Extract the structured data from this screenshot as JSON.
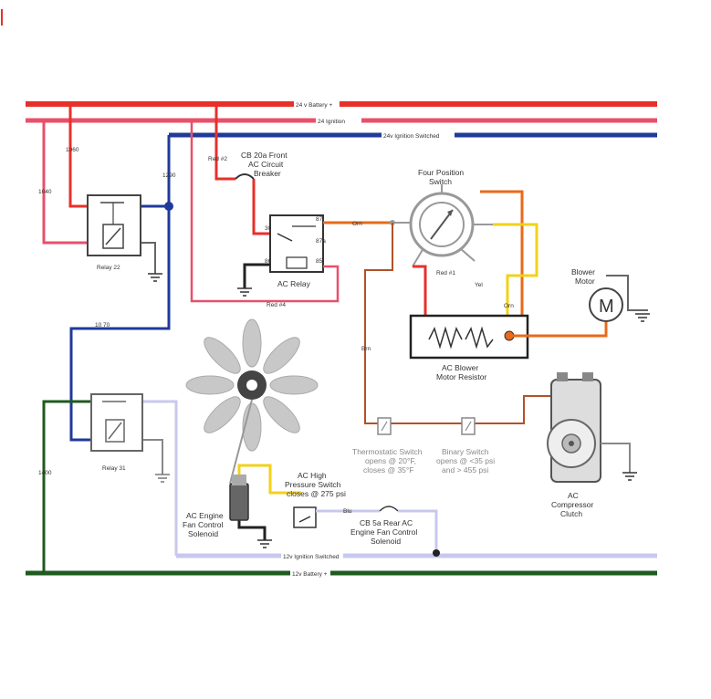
{
  "colors": {
    "battery_24v": "#e8302a",
    "ignition_24v": "#e8506a",
    "ignition_switched_24v": "#1f3a9a",
    "ignition_switched_12v": "#c8c8ee",
    "battery_12v": "#1f5a1f",
    "orange_wire": "#e86a1a",
    "yellow_wire": "#f2d21a",
    "brown_wire": "#b0522a",
    "ground": "#333333",
    "gray": "#999999"
  },
  "buses": {
    "battery_24v": "24 v Battery +",
    "ignition_24v": "24 Ignition",
    "ignition_switched_24v": "24v Ignition Switched",
    "ignition_switched_12v": "12v Ignition Switched",
    "battery_12v": "12v Battery +"
  },
  "wire_labels": {
    "w1060": "1060",
    "w1040": "1040",
    "w1290": "1290",
    "w1070": "10 70",
    "w1400": "1400",
    "red2": "Red #2",
    "red4": "Red #4",
    "red1": "Red #1",
    "orn_top": "Orn",
    "orn_blower": "Orn",
    "yel": "Yel",
    "brn": "Brn",
    "blu": "Blu"
  },
  "components": {
    "relay22": "Relay 22",
    "relay31": "Relay 31",
    "breaker": [
      "CB 20a Front",
      "AC Circuit",
      "Breaker"
    ],
    "ac_relay": "AC Relay",
    "relay_pins": {
      "p30": "30",
      "p87": "87",
      "p87a": "87a",
      "p86": "86",
      "p85": "85"
    },
    "four_position": [
      "Four Position",
      "Switch"
    ],
    "blower": [
      "Blower",
      "Motor"
    ],
    "blower_symbol": "M",
    "resistor": [
      "AC Blower",
      "Motor Resistor"
    ],
    "thermostatic": [
      "Thermostatic Switch",
      "opens @ 20°F,",
      "closes @ 35°F"
    ],
    "binary": [
      "Binary Switch",
      "opens @ <35 psi",
      "and > 455 psi"
    ],
    "compressor": [
      "AC",
      "Compressor",
      "Clutch"
    ],
    "fan_solenoid": [
      "AC Engine",
      "Fan Control",
      "Solenoid"
    ],
    "high_pressure": [
      "AC High",
      "Pressure Switch",
      "closes @ 275 psi"
    ],
    "cb5a": [
      "CB 5a Rear AC",
      "Engine Fan Control",
      "Solenoid"
    ]
  }
}
